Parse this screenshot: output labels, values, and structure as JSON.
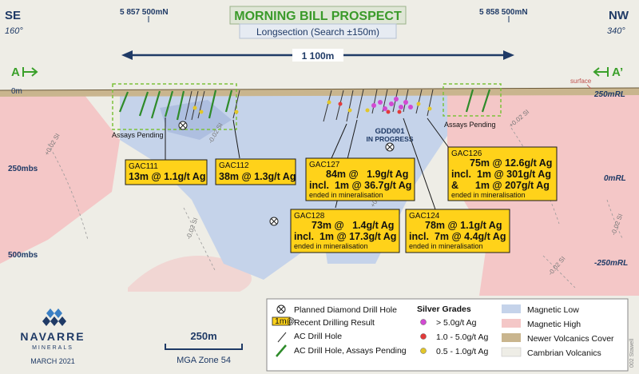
{
  "header": {
    "title": "MORNING BILL PROSPECT",
    "subtitle": "Longsection (Search ±150m)",
    "left_direction": "SE",
    "left_bearing": "160°",
    "right_direction": "NW",
    "right_bearing": "340°",
    "northing_left": "5 857 500mN",
    "northing_right": "5 858 500mN",
    "span_label": "1 100m",
    "section_start": "A",
    "section_end": "A’"
  },
  "depth_labels": {
    "d0": "0m",
    "d250": "250mbs",
    "d500": "500mbs"
  },
  "rl_labels": {
    "rl250": "250mRL",
    "rl0": "0mRL",
    "rlm250": "-250mRL"
  },
  "surface_label": "surface",
  "si_labels": {
    "a": "+0.02 SI",
    "b": "+0.02 SI",
    "c": "-0.02 SI",
    "d": "-0.02 SI",
    "e": "+0.02 SI",
    "f": "-0.02 SI",
    "g": "-0.02 SI"
  },
  "assays_pending": {
    "left": "Assays Pending",
    "right": "Assays Pending"
  },
  "planned_hole": {
    "name": "GDD001",
    "status": "IN PROGRESS"
  },
  "callouts": [
    {
      "hole": "GAC111",
      "lines": [
        "13m @ 1.1g/t Ag"
      ]
    },
    {
      "hole": "GAC112",
      "lines": [
        "38m @ 1.3g/t Ag"
      ]
    },
    {
      "hole": "GAC127",
      "lines": [
        "84m @   1.9g/t Ag",
        "incl.  1m @ 36.7g/t Ag"
      ],
      "note": "ended in mineralisation"
    },
    {
      "hole": "GAC128",
      "lines": [
        "73m @   1.4g/t Ag",
        "incl.  1m @ 17.3g/t Ag"
      ],
      "note": "ended in mineralisation"
    },
    {
      "hole": "GAC124",
      "lines": [
        "78m @ 1.1g/t Ag",
        "incl.  7m @ 4.4g/t Ag"
      ],
      "note": "ended in mineralisation"
    },
    {
      "hole": "GAC126",
      "lines": [
        "75m @ 12.6g/t Ag",
        "incl.  1m @ 301g/t Ag",
        "&      1m @ 207g/t Ag"
      ],
      "note": "ended in mineralisation"
    }
  ],
  "legend": {
    "symbols": [
      "Planned Diamond Drill Hole",
      "Recent Drilling Result",
      "AC Drill Hole",
      "AC Drill Hole, Assays Pending"
    ],
    "result_swatch": "1m@",
    "silver_title": "Silver Grades",
    "silver_grades": [
      "> 5.0g/t Ag",
      "1.0 - 5.0g/t Ag",
      "0.5 - 1.0g/t Ag"
    ],
    "zones": [
      "Magnetic Low",
      "Magnetic High",
      "Newer Volcanics Cover",
      "Cambrian Volcanics"
    ]
  },
  "scale": {
    "length": "250m",
    "zone": "MGA Zone 54"
  },
  "company": {
    "name": "NAVARRE",
    "sub": "MINERALS",
    "date": "MARCH 2021"
  },
  "figure_id": "002 Stawell",
  "colors": {
    "magnetic_low": "#c5d3ea",
    "magnetic_high": "#f4c7c7",
    "cover": "#c9b58e",
    "cambrian": "#eeede6",
    "callout": "#ffd21a",
    "title_green": "#3a9a2a",
    "arrow_green": "#3aa02a",
    "navy": "#1f3a66"
  }
}
